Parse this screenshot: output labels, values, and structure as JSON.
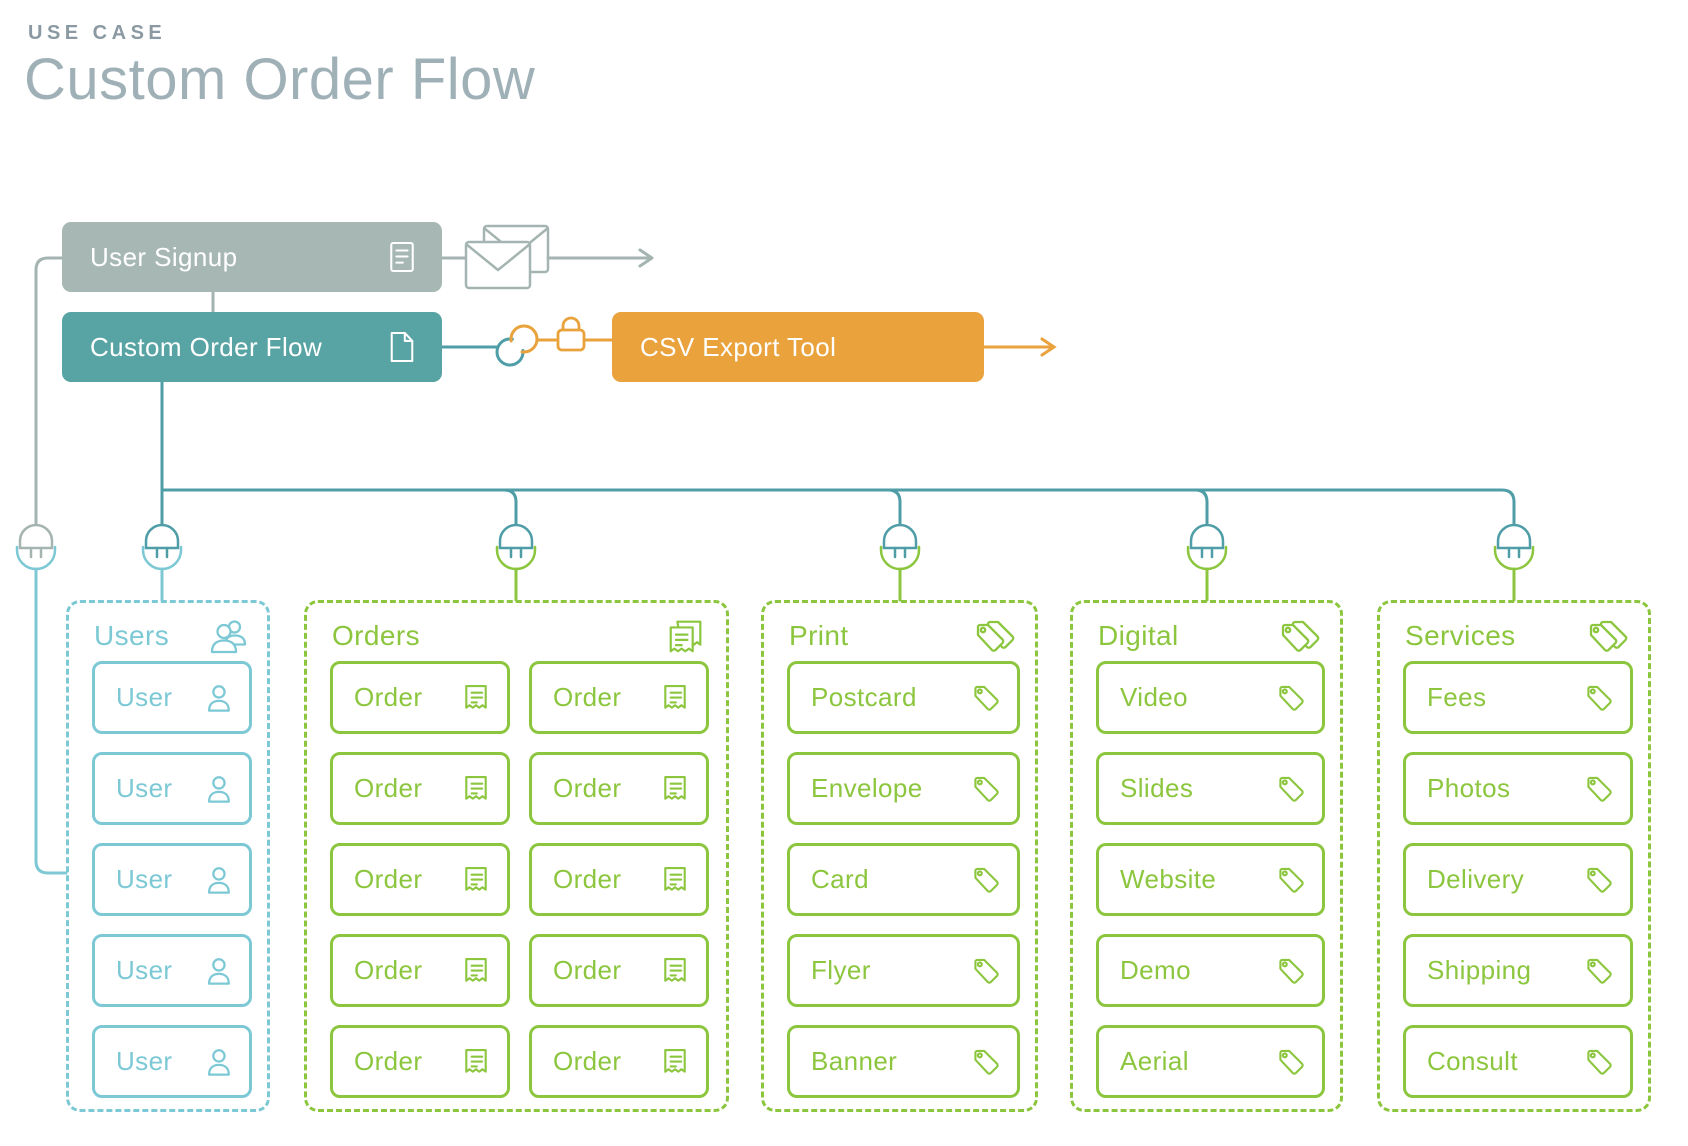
{
  "page": {
    "eyebrow": "USE CASE",
    "title": "Custom Order Flow"
  },
  "nodes": {
    "user_signup": {
      "label": "User Signup",
      "icon": "doc-lines-icon",
      "color": "#a7b8b4"
    },
    "custom_order_flow": {
      "label": "Custom Order Flow",
      "icon": "page-icon",
      "color": "#58a3a3"
    },
    "csv_export_tool": {
      "label": "CSV Export Tool",
      "color": "#e9a23c"
    }
  },
  "connector_icons": [
    "envelope-icon",
    "hook-link-icon",
    "lock-icon",
    "plug-icon",
    "arrow-icon"
  ],
  "groups": [
    {
      "id": "users",
      "label": "Users",
      "header_icon": "people-icon",
      "item_icon": "person-icon",
      "accent": "#7cc9d5",
      "columns": 1,
      "items": [
        "User",
        "User",
        "User",
        "User",
        "User"
      ]
    },
    {
      "id": "orders",
      "label": "Orders",
      "header_icon": "receipt-stack-icon",
      "item_icon": "receipt-icon",
      "accent": "#8cc63e",
      "columns": 2,
      "items": [
        "Order",
        "Order",
        "Order",
        "Order",
        "Order",
        "Order",
        "Order",
        "Order",
        "Order",
        "Order"
      ]
    },
    {
      "id": "print",
      "label": "Print",
      "header_icon": "tags-icon",
      "item_icon": "tag-icon",
      "accent": "#8cc63e",
      "columns": 1,
      "items": [
        "Postcard",
        "Envelope",
        "Card",
        "Flyer",
        "Banner"
      ]
    },
    {
      "id": "digital",
      "label": "Digital",
      "header_icon": "tags-icon",
      "item_icon": "tag-icon",
      "accent": "#8cc63e",
      "columns": 1,
      "items": [
        "Video",
        "Slides",
        "Website",
        "Demo",
        "Aerial"
      ]
    },
    {
      "id": "services",
      "label": "Services",
      "header_icon": "tags-icon",
      "item_icon": "tag-icon",
      "accent": "#8cc63e",
      "columns": 1,
      "items": [
        "Fees",
        "Photos",
        "Delivery",
        "Shipping",
        "Consult"
      ]
    }
  ],
  "colors": {
    "teal_line": "#4f9ea7",
    "gray_line": "#a3b4b1",
    "light_blue": "#7cc9d5",
    "green": "#8cc63e",
    "orange": "#e9a23c",
    "eyebrow_text": "#8b9aa2",
    "title_text": "#9fb1b7"
  }
}
